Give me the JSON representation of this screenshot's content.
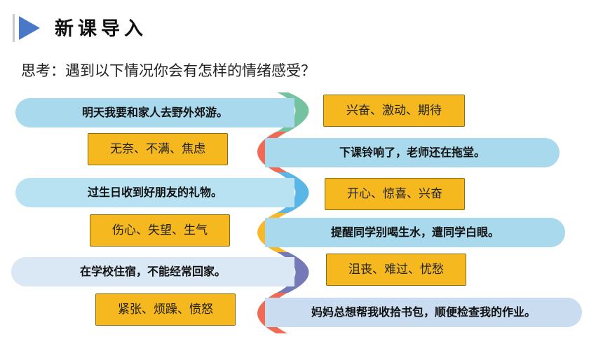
{
  "header": {
    "title": "新课导入"
  },
  "question": "思考：遇到以下情况你会有怎样的情绪感受？",
  "situations": [
    "明天我要和家人去野外郊游。",
    "下课铃响了，老师还在拖堂。",
    "过生日收到好朋友的礼物。",
    "提醒同学别喝生水，遭同学白眼。",
    "在学校住宿，不能经常回家。",
    "妈妈总想帮我收拾书包，顺便检查我的作业。"
  ],
  "emotions": [
    "兴奋、激动、期待",
    "无奈、不满、焦虑",
    "开心、惊喜、兴奋",
    "伤心、失望、生气",
    "沮丧、难过、忧愁",
    "紧张、烦躁、愤怒"
  ],
  "colors": {
    "accent_blue": "#4a78c8",
    "emotion_box": "#f5b81e",
    "pills": [
      "#a9d9ec",
      "#a9d9ec",
      "#b8e2f2",
      "#a9d9ec",
      "#d9e8f4",
      "#c9dcf0"
    ],
    "arcs": [
      "#74c2a0",
      "#f06a55",
      "#5ab6e6",
      "#f7b92b",
      "#7579b8",
      "#f06a55"
    ]
  }
}
